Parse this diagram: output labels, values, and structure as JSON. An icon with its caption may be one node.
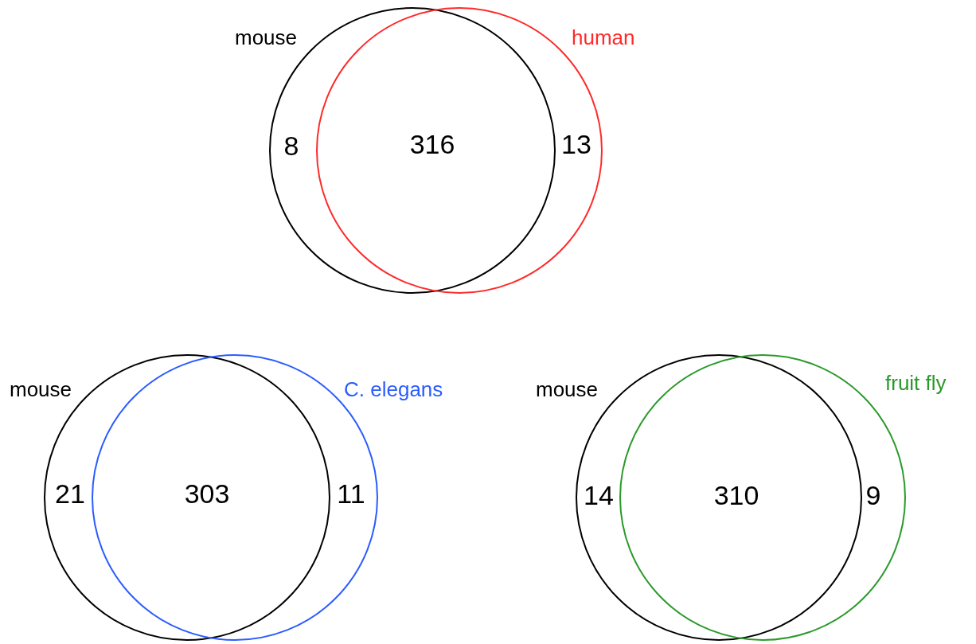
{
  "diagram": {
    "nodes": [
      {
        "text": [
          "mouse"
        ]
      },
      {
        "text": [
          "human"
        ]
      },
      {
        "text": [
          "mouse"
        ]
      },
      {
        "text": [
          "C. elegans"
        ]
      },
      {
        "text": [
          "mouse"
        ]
      },
      {
        "text": [
          "fruit fly"
        ]
      }
    ],
    "labels": [
      "8",
      "316",
      "13",
      "21",
      "303",
      "11",
      "14",
      "310",
      "9"
    ]
  }
}
